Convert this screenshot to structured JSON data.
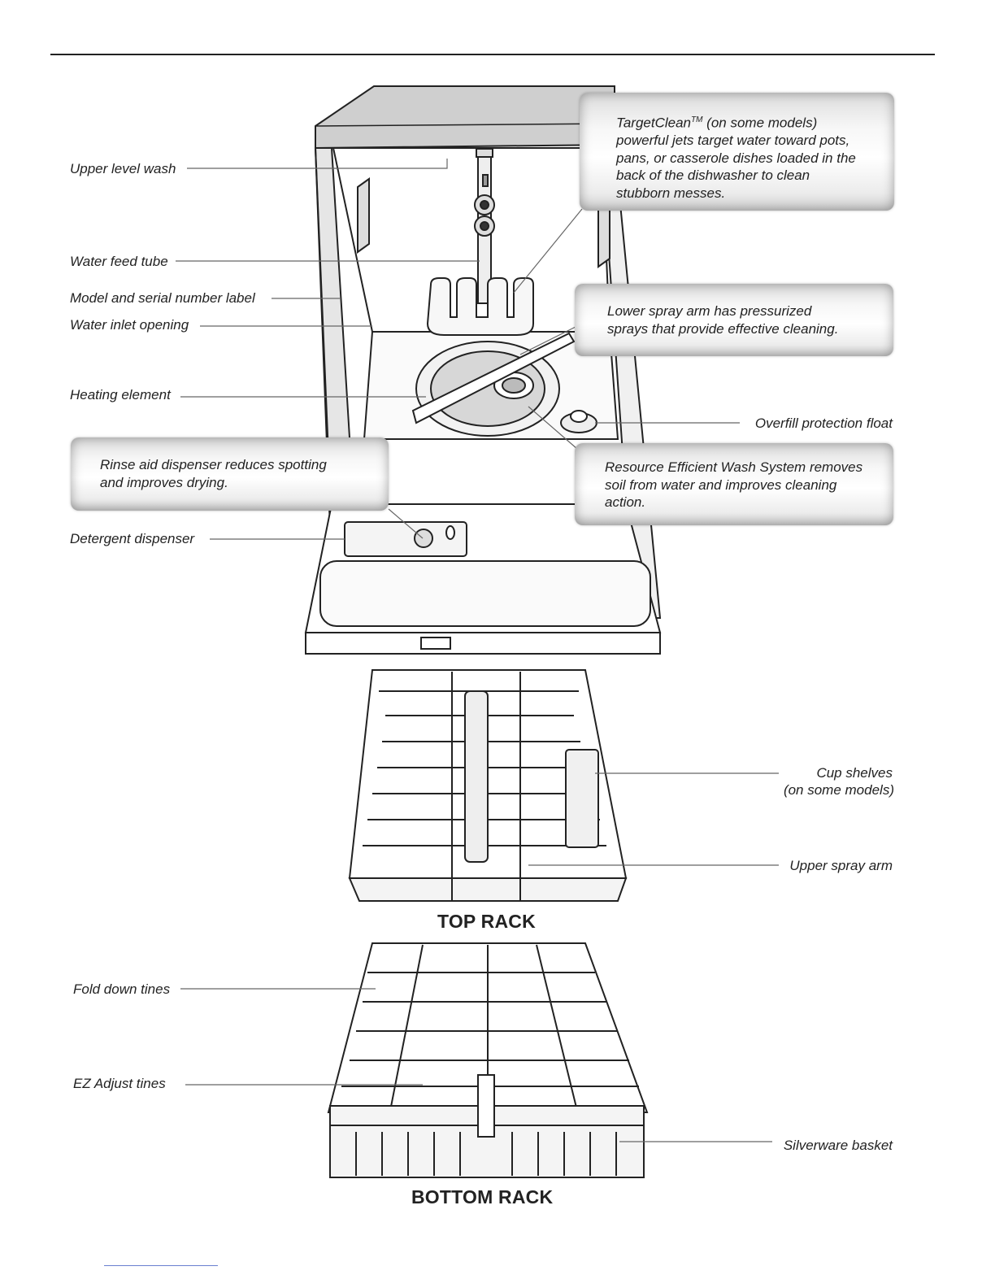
{
  "labels": {
    "upper_level_wash": "Upper level wash",
    "water_feed_tube": "Water feed tube",
    "model_serial_label": "Model and serial number label",
    "water_inlet_opening": "Water inlet opening",
    "heating_element": "Heating element",
    "detergent_dispenser": "Detergent dispenser",
    "overfill_protection_float": "Overfill protection float",
    "cup_shelves_1": "Cup shelves",
    "cup_shelves_2": "(on some models)",
    "upper_spray_arm": "Upper spray arm",
    "fold_down_tines": "Fold down tines",
    "ez_adjust_tines": "EZ Adjust  tines",
    "silverware_basket": "Silverware basket"
  },
  "callouts": {
    "targetclean_brand": "TargetClean",
    "targetclean_tm": "TM",
    "targetclean_line1_rest": " (on some models)",
    "targetclean_line2": "powerful jets target water toward pots,",
    "targetclean_line3": "pans, or casserole dishes loaded in the",
    "targetclean_line4": "back of the dishwasher to clean",
    "targetclean_line5": "stubborn messes.",
    "lower_spray_line1": "Lower spray arm has pressurized",
    "lower_spray_line2": "sprays that provide effective cleaning.",
    "rinse_aid_line1": "Rinse aid dispenser reduces spotting",
    "rinse_aid_line2": "and improves drying.",
    "resource_line1": "Resource Efficient Wash System removes",
    "resource_line2": "soil from water and improves cleaning",
    "resource_line3": "action."
  },
  "rack_titles": {
    "top": "TOP RACK",
    "bottom": "BOTTOM RACK"
  }
}
